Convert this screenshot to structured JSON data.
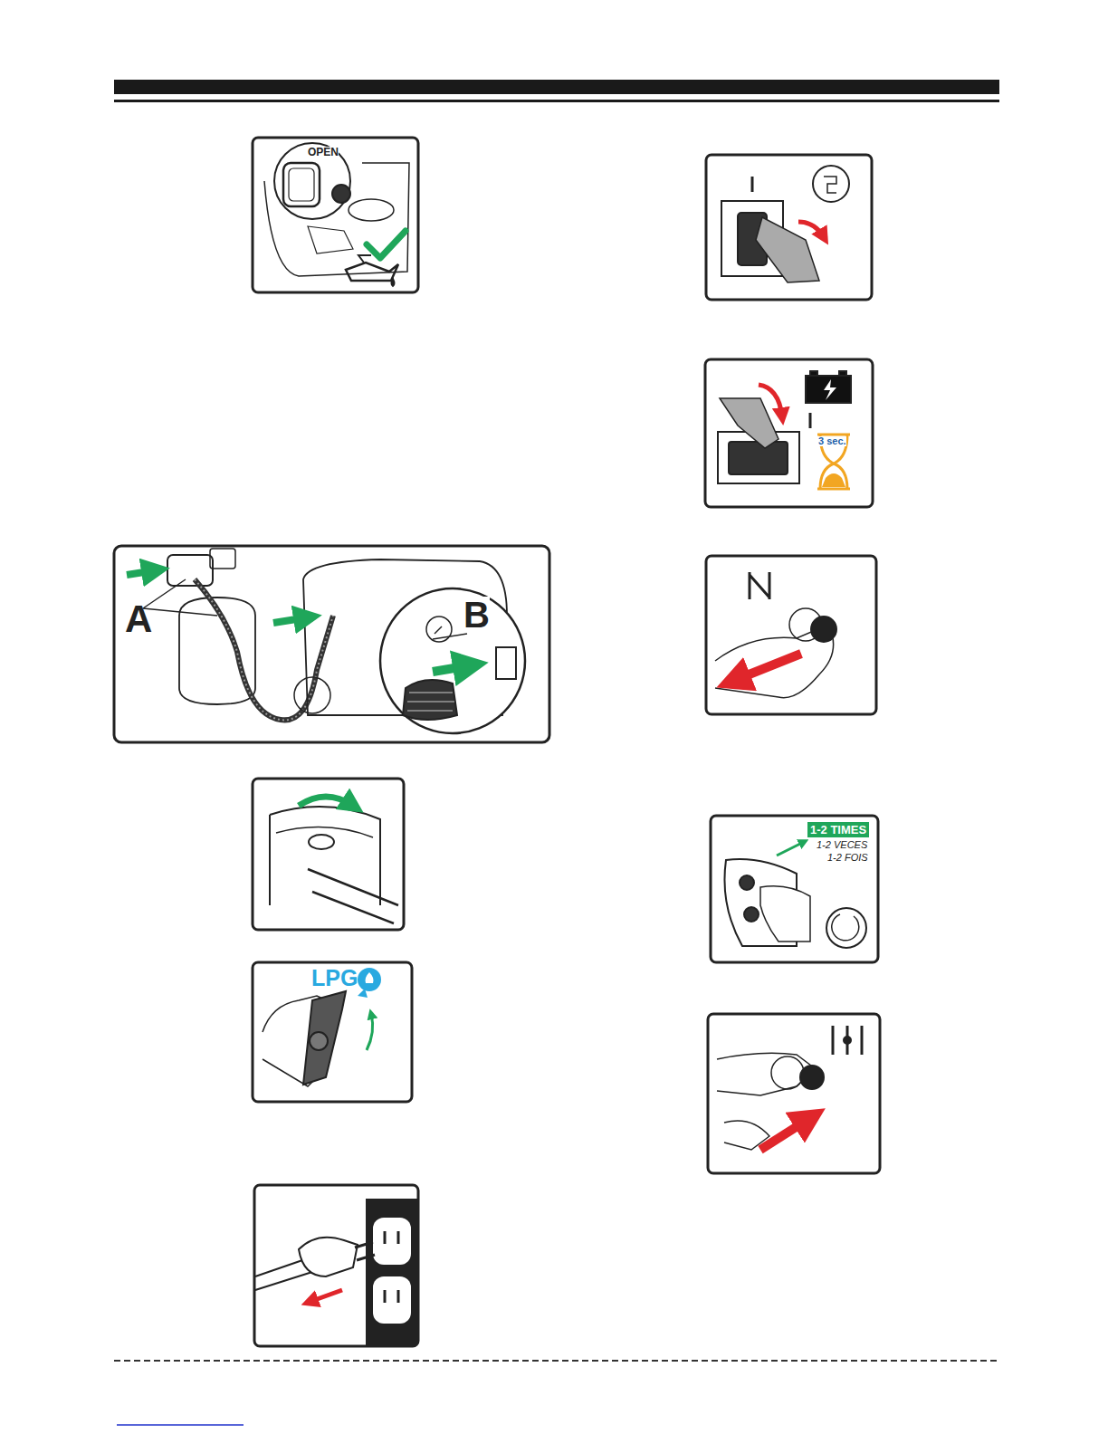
{
  "diagram": {
    "labels": [
      "OPEN",
      "A",
      "B",
      "LPG",
      "3 sec.",
      "1-2 TIMES",
      "1-2 VECES",
      "1-2 FOIS"
    ]
  }
}
